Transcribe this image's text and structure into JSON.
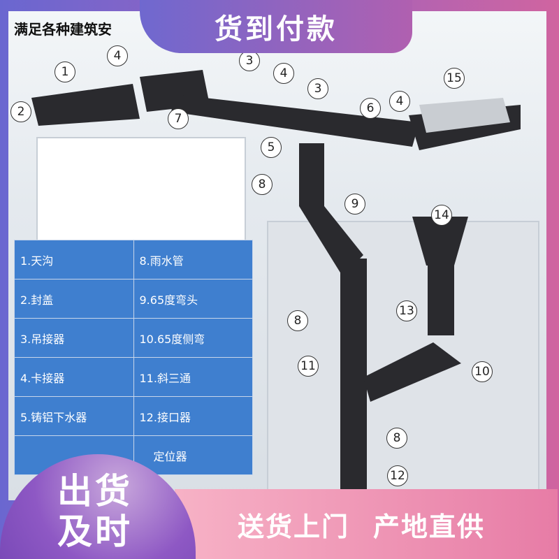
{
  "header": {
    "title": "满足各种建筑安",
    "banner": "货到付款"
  },
  "callouts": [
    "1",
    "4",
    "2",
    "7",
    "3",
    "4",
    "3",
    "6",
    "4",
    "15",
    "5",
    "8",
    "9",
    "14",
    "13",
    "8",
    "11",
    "10",
    "8",
    "12"
  ],
  "table": {
    "rows": [
      [
        "1.天沟",
        "8.雨水管"
      ],
      [
        "2.封盖",
        "9.65度弯头"
      ],
      [
        "3.吊接器",
        "10.65度侧弯"
      ],
      [
        "4.卡接器",
        "11.斜三通"
      ],
      [
        "5.铸铝下水器",
        "12.接口器"
      ],
      [
        "",
        "定位器"
      ]
    ]
  },
  "badge": {
    "line1": "出货",
    "line2": "及时"
  },
  "footer": {
    "left": "送货上门",
    "right": "产地直供"
  },
  "colors": {
    "table_bg": "#3f7fcf",
    "gutter": "#2a2a2e",
    "banner_start": "#6f68cf",
    "banner_end": "#b060b0",
    "footer": "#e77ca6"
  }
}
